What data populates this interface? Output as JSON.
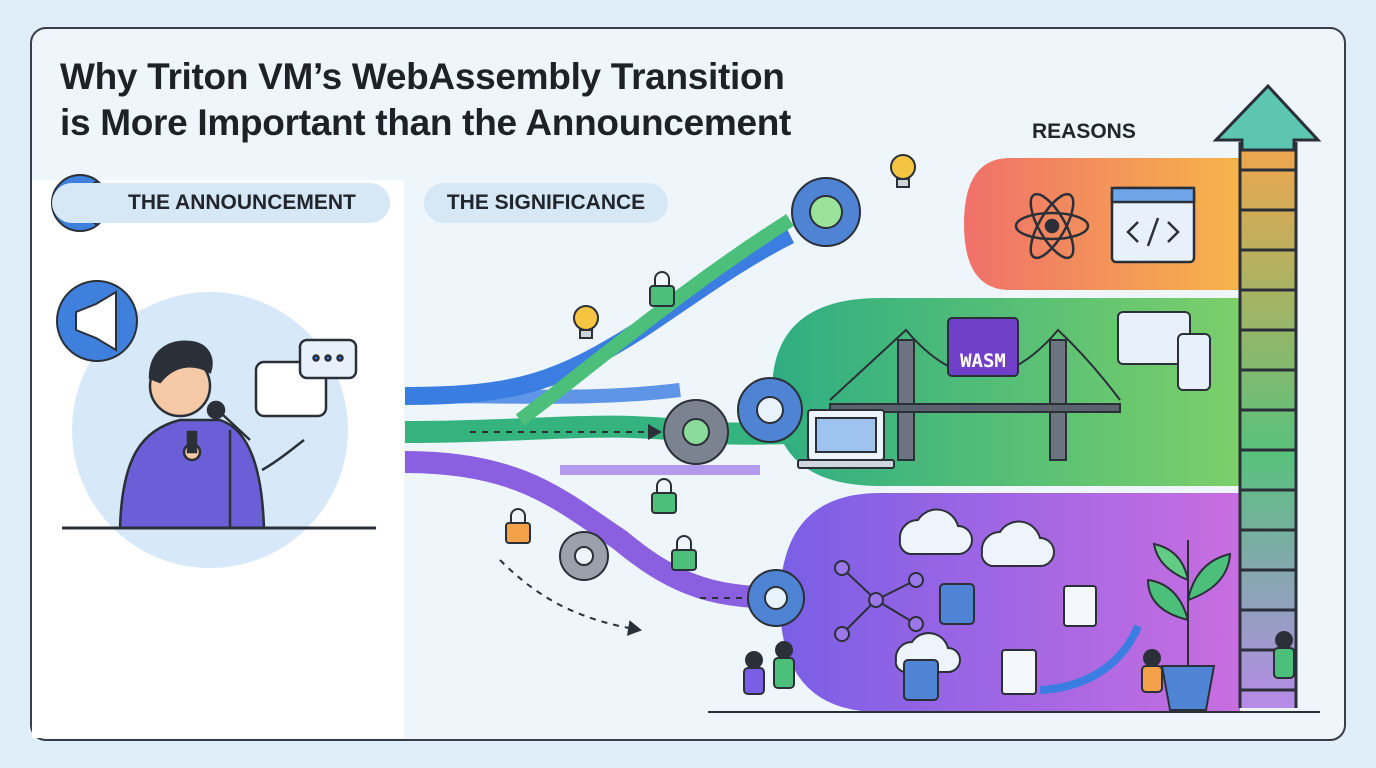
{
  "title": {
    "line1": "Why Triton VM’s WebAssembly Transition",
    "line2": "is More Important than the Announcement"
  },
  "labels": {
    "announcement": "THE ANNOUNCEMENT",
    "significance": "THE SIGNIFICANCE",
    "reasons": "REASONS",
    "wasm": "WASM"
  },
  "icons": {
    "header": "megaphone-icon",
    "speaker": "megaphone-icon",
    "reason_top": [
      "atom-icon",
      "code-window-icon"
    ],
    "reason_middle": [
      "bridge-icon",
      "laptop-icon",
      "tablet-icon",
      "phone-icon"
    ],
    "reason_bottom": [
      "cloud-icon",
      "database-icon",
      "network-icon",
      "plant-icon"
    ]
  },
  "colors": {
    "frame_border": "#3a3f47",
    "blue_stream": "#3b7de0",
    "green_stream": "#35b37e",
    "purple_stream": "#8a5fe0",
    "band_top_start": "#f0706a",
    "band_top_end": "#f6b54a",
    "band_middle": "#34b47f",
    "band_bottom": "#9a6be8",
    "arrow": "#5dc6b1",
    "pill_bg": "#d6e8f6"
  }
}
